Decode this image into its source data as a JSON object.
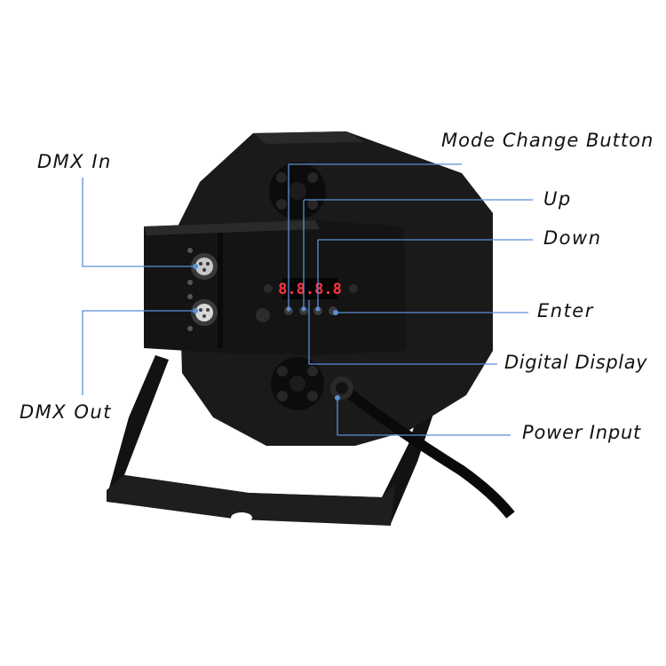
{
  "labels": {
    "dmx_in": "DMX In",
    "dmx_out": "DMX Out",
    "mode_change_button": "Mode Change Button",
    "up": "Up",
    "down": "Down",
    "enter": "Enter",
    "digital_display": "Digital Display",
    "power_input": "Power Input"
  },
  "display": {
    "readout": "8.8.8.8"
  },
  "colors": {
    "body": "#1a1a1a",
    "body_shade": "#0e0e0e",
    "leader_line": "#5b8fd6",
    "display_digits": "#ff3344",
    "background": "#ffffff"
  }
}
